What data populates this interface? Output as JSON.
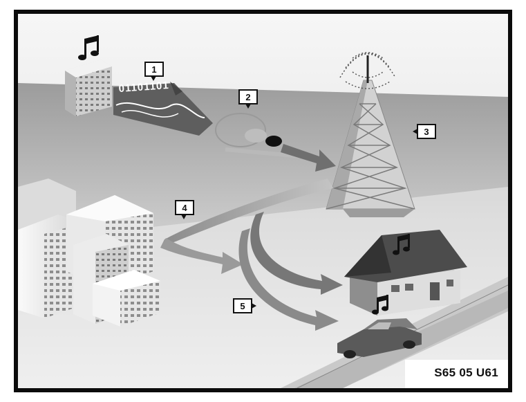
{
  "diagram": {
    "callouts": [
      "1",
      "2",
      "3",
      "4",
      "5"
    ],
    "bit_stream": "01101101",
    "figure_code": "S65 05 U61"
  },
  "icons": [
    "music-note-icon",
    "music-note-icon",
    "music-note-icon"
  ]
}
